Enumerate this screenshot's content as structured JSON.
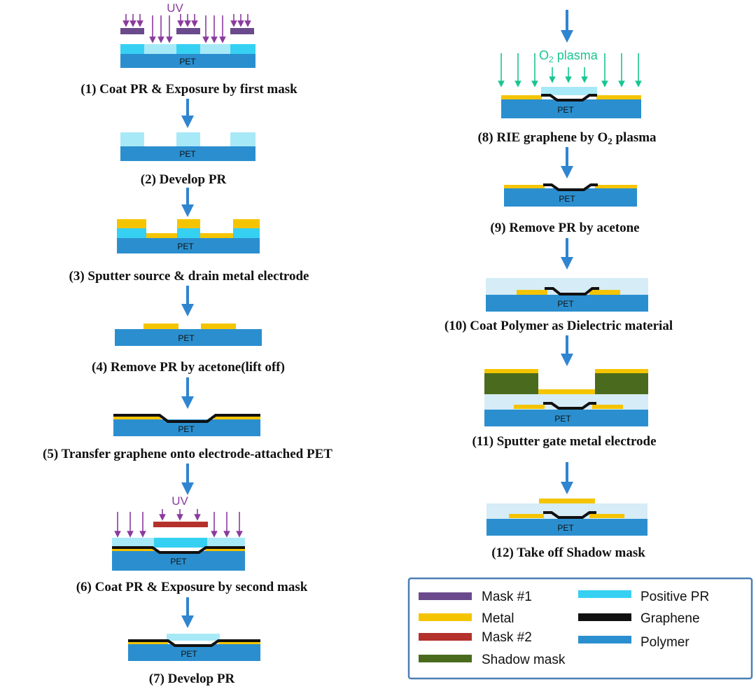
{
  "labels": {
    "uv": "UV",
    "pet": "PET",
    "o2": "O",
    "o2_sub": "2",
    "o2_tail": " plasma"
  },
  "steps": [
    {
      "caption": "(1) Coat PR & Exposure by first mask"
    },
    {
      "caption": "(2) Develop PR"
    },
    {
      "caption": "(3) Sputter source & drain metal electrode"
    },
    {
      "caption": "(4) Remove PR by acetone(lift off)"
    },
    {
      "caption": "(5) Transfer graphene onto electrode-attached PET"
    },
    {
      "caption": "(6) Coat PR & Exposure by second mask"
    },
    {
      "caption": "(7) Develop PR"
    },
    {
      "caption_pre": "(8) RIE graphene by O",
      "caption_sub": "2",
      "caption_post": " plasma"
    },
    {
      "caption": "(9) Remove PR by acetone"
    },
    {
      "caption": "(10) Coat Polymer as Dielectric material"
    },
    {
      "caption": "(11) Sputter gate metal electrode"
    },
    {
      "caption": "(12) Take off Shadow mask"
    }
  ],
  "legend": {
    "items": [
      {
        "label": "Mask #1",
        "color": "#6A4A8C"
      },
      {
        "label": "Metal",
        "color": "#F5C400"
      },
      {
        "label": "Mask #2",
        "color": "#B5312C"
      },
      {
        "label": "Shadow mask",
        "color": "#4A6B1E"
      },
      {
        "label": "Positive PR",
        "color": "#36D1F2"
      },
      {
        "label": "Graphene",
        "color": "#111111"
      },
      {
        "label": "Polymer",
        "color": "#2B8FCF"
      }
    ]
  },
  "colors": {
    "pet": "#2B8FCF",
    "pr": "#36D1F2",
    "pr_light": "#A8E9F7",
    "metal": "#F5C400",
    "graphene": "#111111",
    "mask1": "#6A4A8C",
    "mask2": "#B5312C",
    "shadow_mask": "#4A6B1E",
    "polymer_dielectric": "#D6ECF7",
    "arrow": "#2F85D0",
    "uv": "#8B3A9E",
    "o2_plasma": "#19C590"
  }
}
